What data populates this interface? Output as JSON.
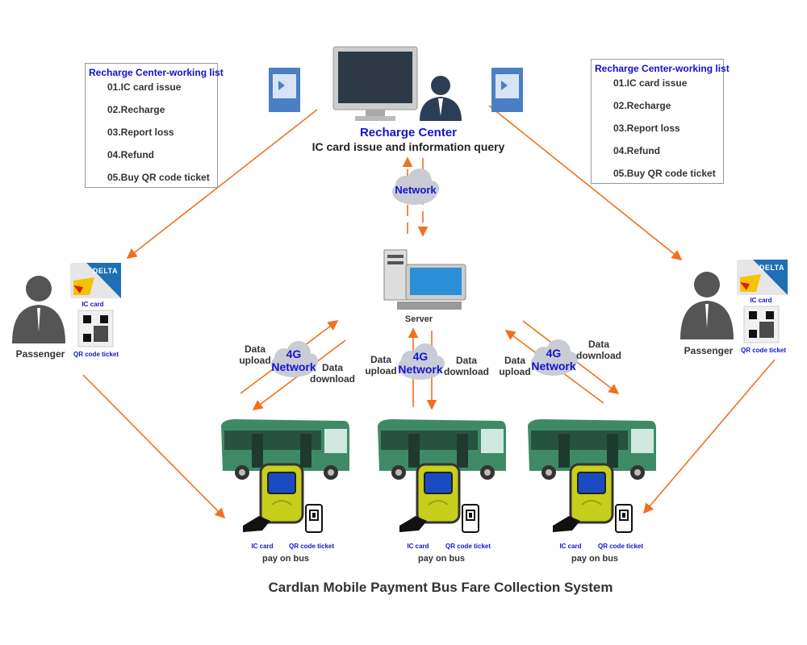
{
  "lists": [
    {
      "title": "Recharge Center-working list",
      "items": [
        "01.IC card issue",
        "02.Recharge",
        "03.Report loss",
        "04.Refund",
        "05.Buy QR code ticket"
      ]
    },
    {
      "title": "Recharge Center-working list",
      "items": [
        "01.IC card issue",
        "02.Recharge",
        "03.Report loss",
        "04.Refund",
        "05.Buy QR code ticket"
      ]
    }
  ],
  "recharge": {
    "title": "Recharge Center",
    "subtitle": "IC card issue and information query"
  },
  "network": "Network",
  "server": "Server",
  "passenger": {
    "label": "Passenger",
    "card_brand": "DELTA",
    "ic_card": "IC card",
    "qr": "QR code ticket"
  },
  "g4": {
    "line1": "4G",
    "line2": "Network"
  },
  "flows": {
    "upload1": "Data",
    "upload2": "upload",
    "download1": "Data",
    "download2": "download"
  },
  "bus": {
    "ic_card": "IC card",
    "qr": "QR code ticket",
    "pay": "pay on bus"
  },
  "title": "Cardlan Mobile Payment Bus Fare Collection System",
  "colors": {
    "arrow": "#f07020",
    "accent_text": "#1414d0",
    "bus": "#3f8a66"
  }
}
